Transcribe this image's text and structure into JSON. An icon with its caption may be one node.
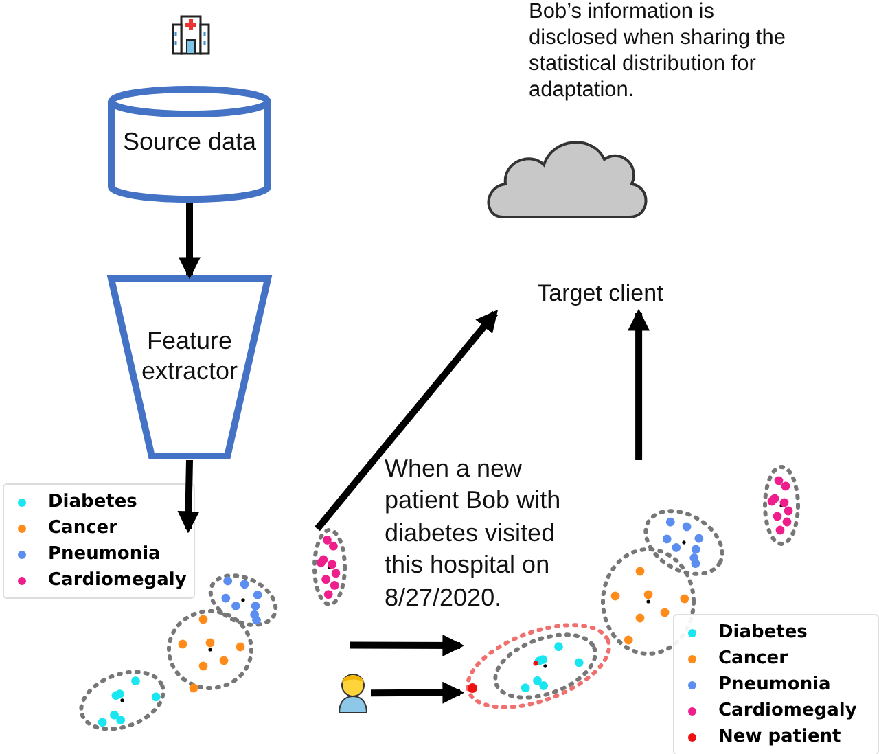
{
  "diagram": {
    "nodes": [
      {
        "text": [
          "Source data"
        ]
      },
      {
        "text": [
          "Feature extractor"
        ]
      },
      {
        "text": [],
        "shape": "picture"
      },
      {
        "text": [],
        "shape": "picture"
      },
      {
        "text": [
          "Target client"
        ],
        "beside": [
          "Bob’s information is disclosed when sharing the statistical distribution for adaptation."
        ]
      },
      {
        "text": [],
        "shape": "person"
      }
    ],
    "edges": [
      {
        "from": 0,
        "to": 1,
        "arrow": "to"
      },
      {
        "from": 1,
        "to": 2,
        "arrow": "to"
      },
      {
        "from": 2,
        "to": 4,
        "arrow": "to"
      },
      {
        "from": 2,
        "to": 3,
        "arrow": "to"
      },
      {
        "from": 5,
        "to": 3,
        "arrow": "to"
      },
      {
        "from": 3,
        "to": 4,
        "arrow": "to"
      }
    ],
    "labels": [
      "When a new patient Bob with diabetes visited this hospital on 8/27/2020."
    ],
    "legend": [
      {
        "text": "Diabetes",
        "color": "#19e6f0"
      },
      {
        "text": "Cancer",
        "color": "#ff8c1a"
      },
      {
        "text": "Pneumonia",
        "color": "#5b8ef0"
      },
      {
        "text": "Cardiomegaly",
        "color": "#ee1e8c"
      },
      {
        "text": "Diabetes",
        "color": "#19e6f0"
      },
      {
        "text": "Cancer",
        "color": "#ff8c1a"
      },
      {
        "text": "Pneumonia",
        "color": "#5b8ef0"
      },
      {
        "text": "Cardiomegaly",
        "color": "#ee1e8c"
      },
      {
        "text": "New patient",
        "color": "#ee1111"
      }
    ]
  }
}
